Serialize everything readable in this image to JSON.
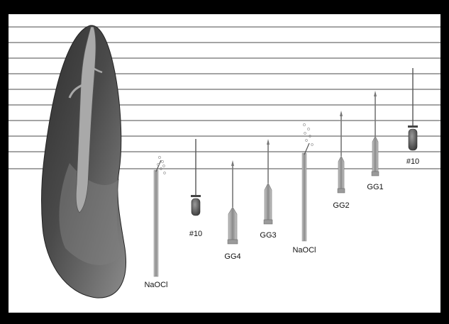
{
  "colors": {
    "frame": "#000000",
    "panel": "#ffffff",
    "guide_line": "#6e6e6e",
    "tooth_dark": "#3d3d3d",
    "tooth_mid": "#7a7a7a",
    "canal": "#a9a9a9",
    "instrument": "#9a9a9a"
  },
  "labels": {
    "naocl_1": "NaOCl",
    "file10_1": "#10",
    "gg4": "GG4",
    "gg3": "GG3",
    "naocl_2": "NaOCl",
    "gg2": "GG2",
    "gg1": "GG1",
    "file10_2": "#10"
  }
}
